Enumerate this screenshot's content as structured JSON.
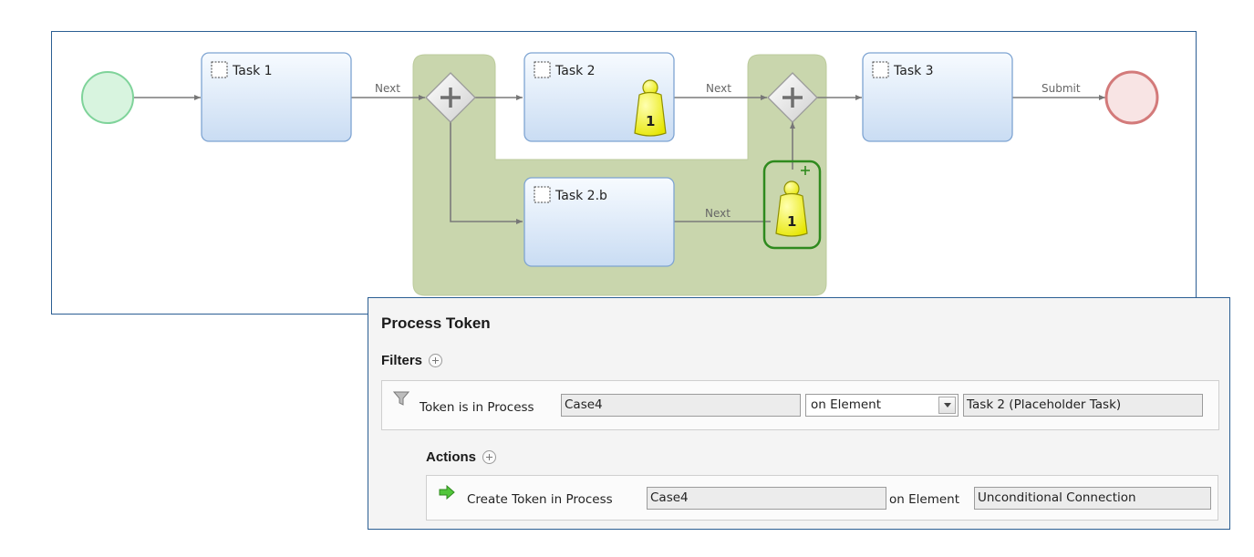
{
  "diagram": {
    "tasks": {
      "task1": "Task 1",
      "task2": "Task 2",
      "task2b": "Task 2.b",
      "task3": "Task 3"
    },
    "flows": {
      "next1": "Next",
      "next2": "Next",
      "next3": "Next",
      "submit": "Submit"
    },
    "tokens": {
      "task2_count": "1",
      "placeholder_count": "1"
    },
    "colors": {
      "start_event": "#7fd39a",
      "end_event": "#d37a7a",
      "parallel_region": "#c9d6ad",
      "task_fill": "#dce8f6",
      "token": "#f0f000",
      "highlight": "#2f8a1e"
    }
  },
  "token_panel": {
    "title": "Process Token",
    "filters_label": "Filters",
    "filter_row": {
      "label": "Token is in Process",
      "process_value": "Case4",
      "element_select": "on Element",
      "element_value": "Task 2 (Placeholder Task)"
    },
    "actions_label": "Actions",
    "action_row": {
      "label": "Create Token in Process",
      "process_value": "Case4",
      "element_label": "on Element",
      "element_value": "Unconditional Connection"
    }
  }
}
